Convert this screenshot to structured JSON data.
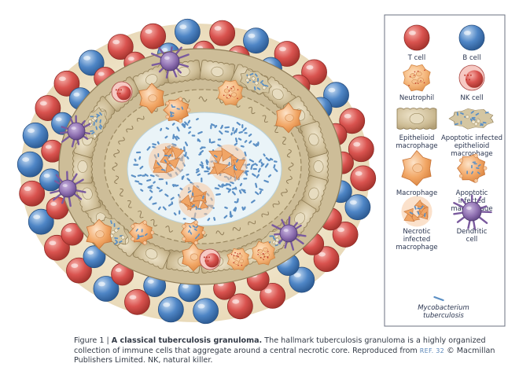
{
  "legend": {
    "items": [
      {
        "key": "t-cell",
        "lines": [
          "T cell"
        ],
        "color": "#d9534f"
      },
      {
        "key": "b-cell",
        "lines": [
          "B cell"
        ],
        "color": "#4f86c6"
      },
      {
        "key": "neutrophil",
        "lines": [
          "Neutrophil"
        ],
        "color": "#f3a96a"
      },
      {
        "key": "nk-cell",
        "lines": [
          "NK cell"
        ],
        "color": "#d9534f"
      },
      {
        "key": "epithelioid-macrophage",
        "lines": [
          "Epithelioid",
          "macrophage"
        ],
        "color": "#c9b994"
      },
      {
        "key": "apoptotic-infected-epithelioid-macrophage",
        "lines": [
          "Apoptotic infected",
          "epithelioid",
          "macrophage"
        ],
        "color": "#c9b994"
      },
      {
        "key": "macrophage",
        "lines": [
          "Macrophage"
        ],
        "color": "#f2a766"
      },
      {
        "key": "apoptotic-infected-macrophage",
        "lines": [
          "Apoptotic",
          "infected",
          "macrophage"
        ],
        "color": "#f2a766"
      },
      {
        "key": "necrotic-infected-macrophage",
        "lines": [
          "Necrotic",
          "infected",
          "macrophage"
        ],
        "color": "#f2a766"
      },
      {
        "key": "dendritic-cell",
        "lines": [
          "Dendritic",
          "cell"
        ],
        "color": "#8e6fb0"
      }
    ],
    "bacterium": {
      "lines": [
        "Mycobacterium",
        "tuberculosis"
      ],
      "color": "#5b8fc4"
    }
  },
  "caption": {
    "prefix": "Figure 1 | ",
    "title": "A classical tuberculosis granuloma.",
    "text1": " The hallmark tuberculosis granuloma is a highly organized collection of immune cells that aggregate around a central necrotic core. Reproduced from ",
    "ref": "REF. 32",
    "text2": " © Macmillan Publishers Limited. NK, natural killer."
  },
  "colors": {
    "t_cell": "#d9534f",
    "b_cell": "#4f86c6",
    "macrophage": "#f2a766",
    "epithelioid": "#c9b994",
    "dendritic": "#8e6fb0",
    "halo": "#f1e6cc",
    "core": "#eaf4f8",
    "bacterium": "#5b8fc4"
  }
}
